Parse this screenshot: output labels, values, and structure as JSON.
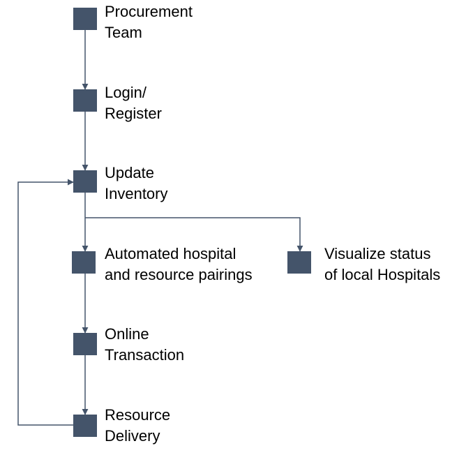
{
  "colors": {
    "node_fill": "#44546a",
    "connector": "#44546a",
    "text": "#000000",
    "background": "#ffffff"
  },
  "nodes": [
    {
      "id": "procurement-team",
      "label": "Procurement\nTeam"
    },
    {
      "id": "login-register",
      "label": "Login/\nRegister"
    },
    {
      "id": "update-inventory",
      "label": "Update\nInventory"
    },
    {
      "id": "automated-pairings",
      "label": "Automated hospital\nand resource pairings"
    },
    {
      "id": "visualize-status",
      "label": "Visualize status\nof local Hospitals"
    },
    {
      "id": "online-transaction",
      "label": "Online\nTransaction"
    },
    {
      "id": "resource-delivery",
      "label": "Resource\nDelivery"
    }
  ],
  "edges": [
    {
      "from": "procurement-team",
      "to": "login-register"
    },
    {
      "from": "login-register",
      "to": "update-inventory"
    },
    {
      "from": "update-inventory",
      "to": "automated-pairings"
    },
    {
      "from": "update-inventory",
      "to": "visualize-status"
    },
    {
      "from": "automated-pairings",
      "to": "online-transaction"
    },
    {
      "from": "online-transaction",
      "to": "resource-delivery"
    },
    {
      "from": "resource-delivery",
      "to": "update-inventory"
    }
  ]
}
